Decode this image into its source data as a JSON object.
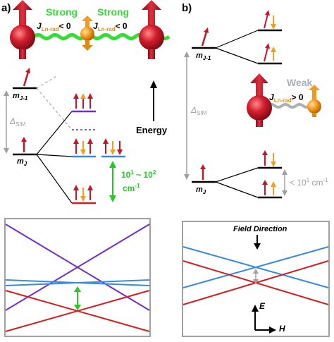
{
  "panel_a": {
    "label": "a)",
    "coupling_left_word": "Strong",
    "coupling_right_word": "Strong",
    "coupling_left_j": "J",
    "coupling_left_sub": "Ln-rad",
    "coupling_left_rel": "< 0",
    "coupling_right_j": "J",
    "coupling_right_sub": "Ln-rad",
    "coupling_right_rel": "< 0",
    "level_upper_m": "m",
    "level_upper_sub": "J-1",
    "level_lower_m": "m",
    "level_lower_sub": "J",
    "delta": "Δ",
    "delta_sub": "SIM",
    "gap_line1": "10",
    "gap_sup1": "1",
    "gap_tilde": " ~ 10",
    "gap_sup2": "2",
    "gap_line2": "cm",
    "gap_sup3": "-1",
    "energy_label": "Energy"
  },
  "panel_b": {
    "label": "b)",
    "level_upper_m": "m",
    "level_upper_sub": "J-1",
    "level_lower_m": "m",
    "level_lower_sub": "J",
    "coupling_word": "Weak",
    "coupling_j": "J",
    "coupling_sub": "Ln-rad",
    "coupling_rel": "> 0",
    "delta": "Δ",
    "delta_sub": "SIM",
    "gap_text": "< 10",
    "gap_sup": "1",
    "gap_unit": " cm",
    "gap_sup2": "-1",
    "field_direction": "Field Direction",
    "axis_e": "E",
    "axis_h": "H"
  },
  "colors": {
    "red_arrow": "#c0182a",
    "orange_arrow": "#f0a020",
    "purple": "#7030c8",
    "blue": "#3a8ad8",
    "red_level": "#d02020",
    "green": "#22cc22",
    "gray": "#a0a0a0",
    "weak_gray": "#a8b0b8"
  }
}
